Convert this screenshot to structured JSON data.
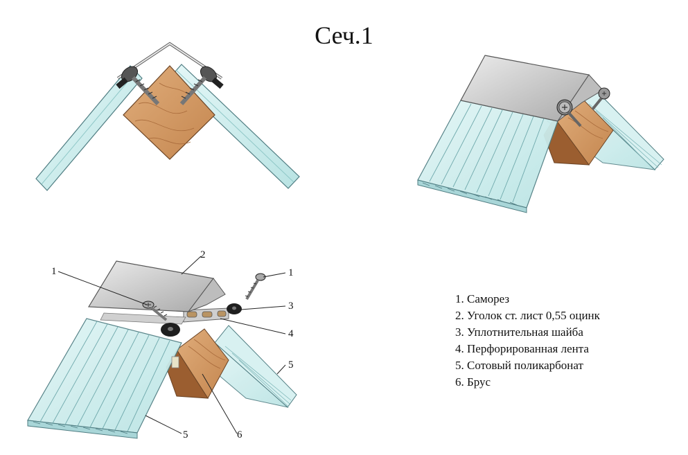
{
  "title": "Сеч.1",
  "legend": [
    "1. Саморез",
    "2. Уголок ст. лист 0,55 оцинк",
    "3. Уплотнительная шайба",
    "4. Перфорированная лента",
    "5. Сотовый поликарбонат",
    "6. Брус"
  ],
  "callouts": {
    "screw_left": "1",
    "screw_right": "1",
    "corner": "2",
    "washer": "3",
    "tape": "4",
    "polycarb_right": "5",
    "polycarb_left": "5",
    "beam": "6"
  },
  "colors": {
    "polycarbonate": "#cfeeee",
    "polycarbonate_edge": "#5b8f94",
    "wood": "#d39a66",
    "steel": "#d6d6d6",
    "washer": "#222222"
  }
}
